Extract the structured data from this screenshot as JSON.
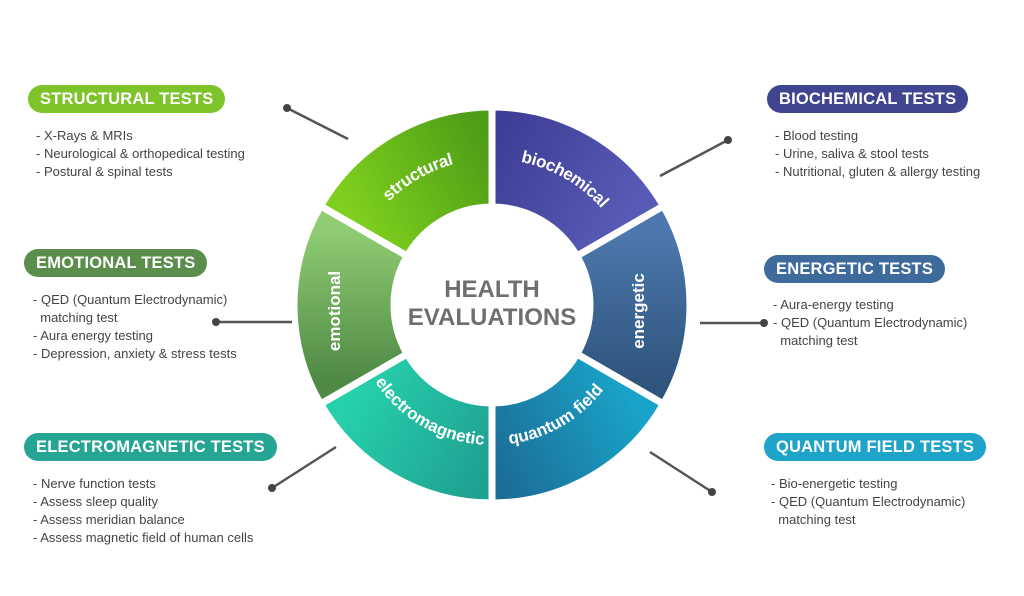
{
  "center_title": [
    "HEALTH",
    "EVALUATIONS"
  ],
  "segments": [
    {
      "key": "structural",
      "label": "structural",
      "color_a": "#7ecf1e",
      "color_b": "#4f9e17"
    },
    {
      "key": "biochemical",
      "label": "biochemical",
      "color_a": "#3e3f96",
      "color_b": "#585bb5"
    },
    {
      "key": "energetic",
      "label": "energetic",
      "color_a": "#4c78ad",
      "color_b": "#2f557d"
    },
    {
      "key": "quantum",
      "label": "quantum field",
      "color_a": "#1aa3c8",
      "color_b": "#1b6f99"
    },
    {
      "key": "electromagnetic",
      "label": "electromagnetic",
      "color_a": "#1fa293",
      "color_b": "#26d0aa"
    },
    {
      "key": "emotional",
      "label": "emotional",
      "color_a": "#4f8a45",
      "color_b": "#8fcc73"
    }
  ],
  "categories": {
    "structural": {
      "title": "STRUCTURAL TESTS",
      "color": "#7dc42a",
      "items": [
        {
          "text": "X-Rays & MRIs"
        },
        {
          "text": "Neurological & orthopedical testing"
        },
        {
          "text": "Postural & spinal tests"
        }
      ]
    },
    "emotional": {
      "title": "EMOTIONAL TESTS",
      "color": "#5b8e4d",
      "items": [
        {
          "text": "QED (Quantum Electrodynamic)"
        },
        {
          "text": "matching test",
          "cont": true
        },
        {
          "text": "Aura energy testing"
        },
        {
          "text": "Depression, anxiety & stress tests"
        }
      ]
    },
    "electromagnetic": {
      "title": "ELECTROMAGNETIC TESTS",
      "color": "#27a594",
      "items": [
        {
          "text": "Nerve function tests"
        },
        {
          "text": "Assess sleep quality"
        },
        {
          "text": "Assess meridian balance"
        },
        {
          "text": "Assess magnetic field of human cells"
        }
      ]
    },
    "biochemical": {
      "title": "BIOCHEMICAL TESTS",
      "color": "#3f4590",
      "items": [
        {
          "text": "Blood testing"
        },
        {
          "text": "Urine, saliva & stool tests"
        },
        {
          "text": "Nutritional, gluten & allergy testing"
        }
      ]
    },
    "energetic": {
      "title": "ENERGETIC TESTS",
      "color": "#3e6a9c",
      "items": [
        {
          "text": "Aura-energy testing"
        },
        {
          "text": "QED (Quantum Electrodynamic)"
        },
        {
          "text": "matching test",
          "cont": true
        }
      ]
    },
    "quantum": {
      "title": "QUANTUM FIELD TESTS",
      "color": "#1ea3c9",
      "items": [
        {
          "text": "Bio-energetic testing"
        },
        {
          "text": "QED (Quantum Electrodynamic)"
        },
        {
          "text": "matching test",
          "cont": true
        }
      ]
    }
  }
}
